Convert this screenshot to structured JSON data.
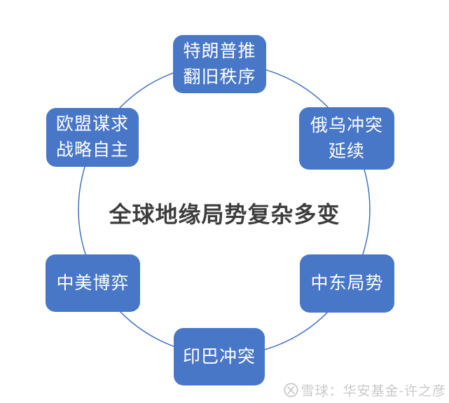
{
  "diagram": {
    "center_title": "全球地缘局势复杂多变",
    "nodes": [
      {
        "id": "trump-old-order",
        "line1": "特朗普推",
        "line2": "翻旧秩序"
      },
      {
        "id": "russia-ukraine",
        "line1": "俄乌冲突",
        "line2": "延续"
      },
      {
        "id": "middle-east",
        "line1": "中东局势",
        "line2": ""
      },
      {
        "id": "india-pakistan",
        "line1": "印巴冲突",
        "line2": ""
      },
      {
        "id": "china-us",
        "line1": "中美博弈",
        "line2": ""
      },
      {
        "id": "eu-strategic-autonomy",
        "line1": "欧盟谋求",
        "line2": "战略自主"
      }
    ],
    "colors": {
      "node_fill": "#4877C8",
      "node_text": "#FFFFFF",
      "circle_stroke": "#4472C4",
      "title_color": "#3D3D3D",
      "watermark_color": "#C9C9C9"
    }
  },
  "watermark": {
    "text": "雪球：华安基金-许之彦",
    "logo": "xueqiu-snowball-icon"
  }
}
